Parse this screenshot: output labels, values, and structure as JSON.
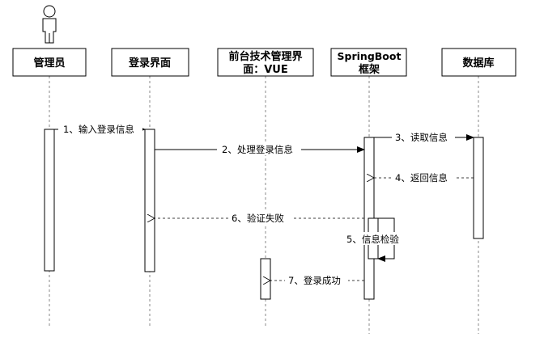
{
  "participants": [
    {
      "id": "admin",
      "lines": [
        "管理员"
      ],
      "actor": true
    },
    {
      "id": "login_ui",
      "lines": [
        "登录界面"
      ]
    },
    {
      "id": "frontend",
      "lines": [
        "前台技术管理界",
        "面：VUE"
      ]
    },
    {
      "id": "springboot",
      "lines": [
        "SpringBoot",
        "框架"
      ]
    },
    {
      "id": "database",
      "lines": [
        "数据库"
      ]
    }
  ],
  "messages": [
    {
      "id": "m1",
      "from": "admin",
      "to": "login_ui",
      "text": "1、输入登录信息",
      "style": "sync"
    },
    {
      "id": "m2",
      "from": "login_ui",
      "to": "springboot",
      "text": "2、处理登录信息",
      "style": "sync"
    },
    {
      "id": "m3",
      "from": "springboot",
      "to": "database",
      "text": "3、读取信息",
      "style": "sync"
    },
    {
      "id": "m4",
      "from": "database",
      "to": "springboot",
      "text": "4、返回信息",
      "style": "return"
    },
    {
      "id": "m5",
      "from": "springboot",
      "to": "springboot",
      "text": "5、信息检验",
      "style": "self"
    },
    {
      "id": "m6",
      "from": "springboot",
      "to": "login_ui",
      "text": "6、验证失败",
      "style": "return"
    },
    {
      "id": "m7",
      "from": "springboot",
      "to": "frontend",
      "text": "7、登录成功",
      "style": "return"
    }
  ]
}
